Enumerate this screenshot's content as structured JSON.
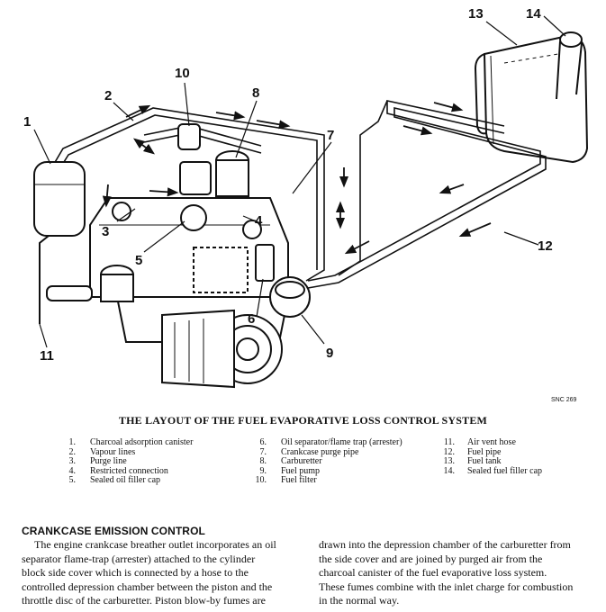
{
  "figure": {
    "callouts": [
      "1",
      "2",
      "3",
      "4",
      "5",
      "6",
      "7",
      "8",
      "9",
      "10",
      "11",
      "12",
      "13",
      "14"
    ],
    "reference_code": "SNC 269",
    "title": "THE LAYOUT OF THE FUEL EVAPORATIVE LOSS CONTROL SYSTEM"
  },
  "legend": {
    "col1": [
      {
        "num": "1.",
        "label": "Charcoal adsorption canister"
      },
      {
        "num": "2.",
        "label": "Vapour lines"
      },
      {
        "num": "3.",
        "label": "Purge line"
      },
      {
        "num": "4.",
        "label": "Restricted connection"
      },
      {
        "num": "5.",
        "label": "Sealed oil filler cap"
      }
    ],
    "col2": [
      {
        "num": "6.",
        "label": "Oil separator/flame trap (arrester)"
      },
      {
        "num": "7.",
        "label": "Crankcase purge pipe"
      },
      {
        "num": "8.",
        "label": "Carburetter"
      },
      {
        "num": "9.",
        "label": "Fuel pump"
      },
      {
        "num": "10.",
        "label": "Fuel filter"
      }
    ],
    "col3": [
      {
        "num": "11.",
        "label": "Air vent hose"
      },
      {
        "num": "12.",
        "label": "Fuel pipe"
      },
      {
        "num": "13.",
        "label": "Fuel tank"
      },
      {
        "num": "14.",
        "label": "Sealed fuel filler cap"
      }
    ]
  },
  "section": {
    "heading": "CRANKCASE EMISSION CONTROL",
    "col1_lines": [
      "The engine crankcase breather outlet incorporates an oil",
      "separator flame-trap (arrester) attached to the cylinder",
      "block side cover which is connected by a hose to the",
      "controlled depression chamber between the piston and the",
      "throttle disc of the carburetter. Piston blow-by fumes are"
    ],
    "col2_lines": [
      "drawn into the depression chamber of the carburetter from",
      "the side cover and are joined by purged air from the",
      "charcoal canister of the fuel evaporative loss system.",
      "These fumes combine with the inlet charge for combustion",
      "in the normal way."
    ]
  }
}
